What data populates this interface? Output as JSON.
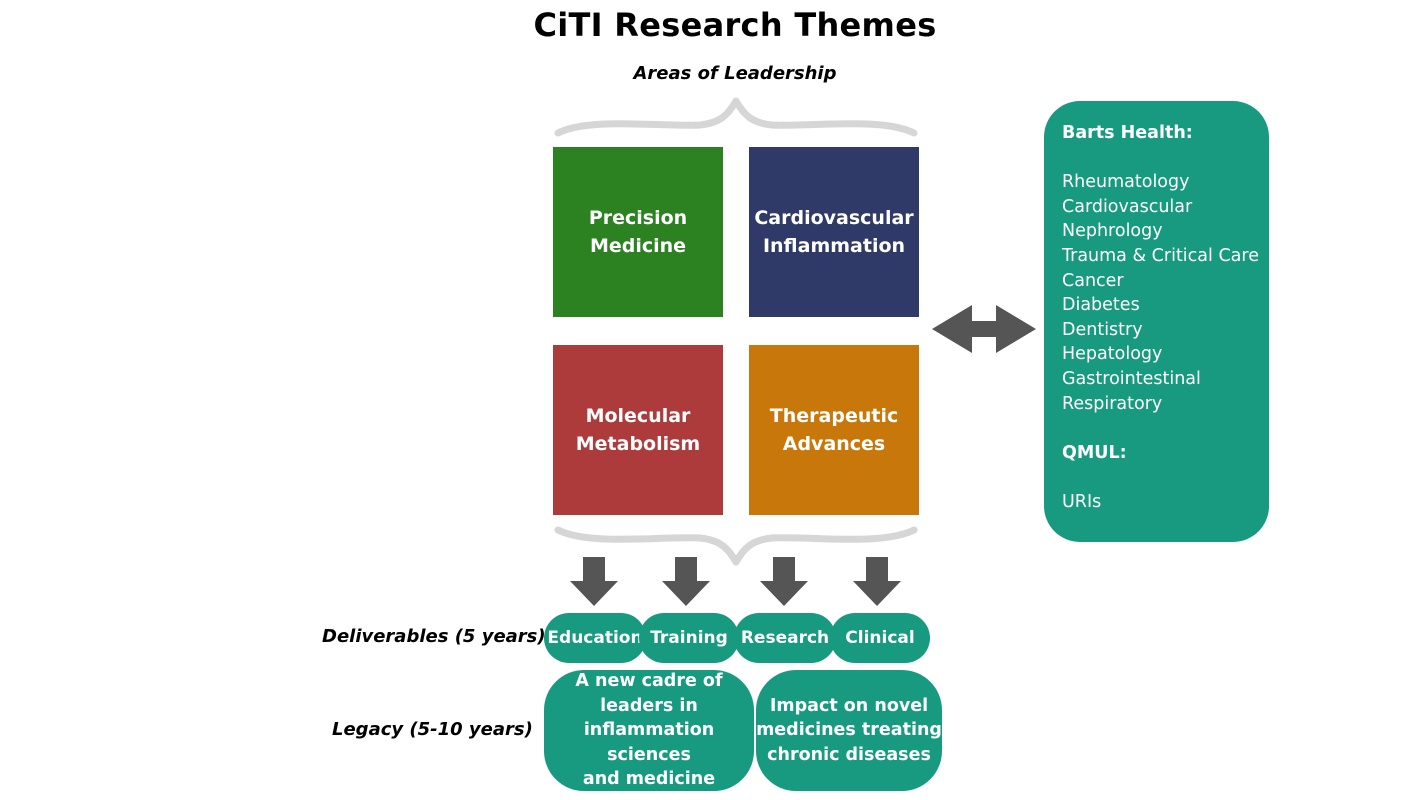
{
  "title": "CiTI Research Themes",
  "subtitle": "Areas of Leadership",
  "colors": {
    "precision": "#2c8121",
    "cardio": "#303a68",
    "molecular": "#ad3b3c",
    "therapeutic": "#c8780b",
    "teal": "#179a7f",
    "arrow": "#555555",
    "brace": "#d6d6d6"
  },
  "themes": [
    {
      "label": "Precision\nMedicine"
    },
    {
      "label": "Cardiovascular\nInflammation"
    },
    {
      "label": "Molecular\nMetabolism"
    },
    {
      "label": "Therapeutic\nAdvances"
    }
  ],
  "partners": {
    "barts_heading": "Barts Health:",
    "barts_items": [
      "Rheumatology",
      "Cardiovascular",
      "Nephrology",
      "Trauma & Critical Care",
      "Cancer",
      "Diabetes",
      "Dentistry",
      "Hepatology",
      "Gastrointestinal",
      "Respiratory"
    ],
    "qmul_heading": "QMUL:",
    "qmul_items": [
      "URIs"
    ]
  },
  "deliverables": {
    "label": "Deliverables (5 years)",
    "items": [
      "Education",
      "Training",
      "Research",
      "Clinical"
    ]
  },
  "legacy": {
    "label": "Legacy (5-10 years)",
    "items": [
      "A new cadre of\nleaders in\ninflammation sciences\nand medicine",
      "Impact on novel\nmedicines treating\nchronic diseases"
    ]
  }
}
